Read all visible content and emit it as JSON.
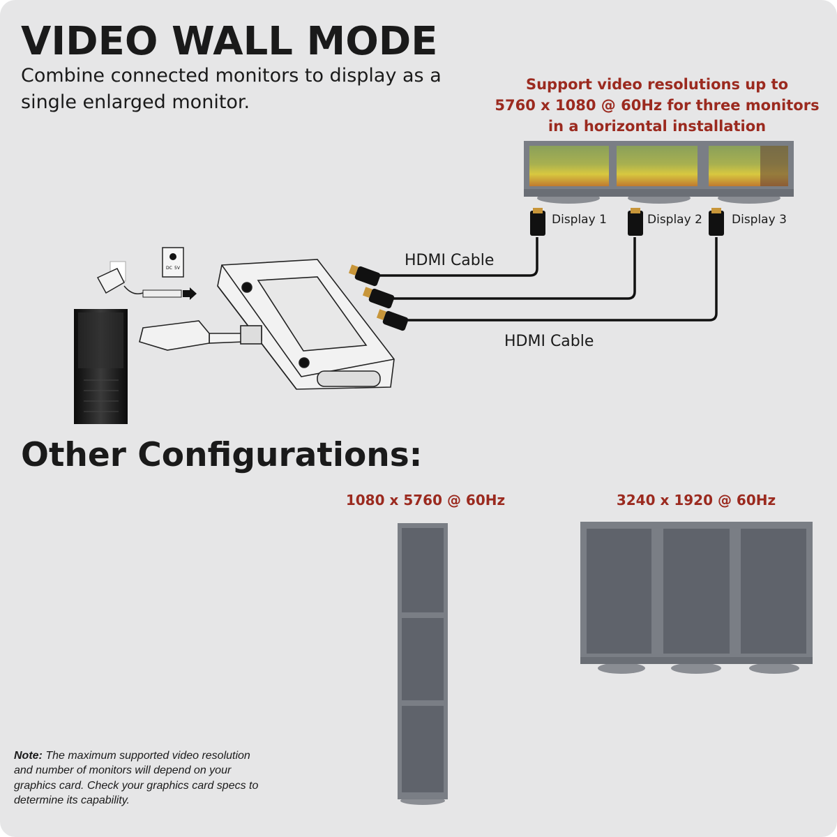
{
  "title": "VIDEO WALL MODE",
  "subtitle": [
    "Combine connected monitors to display as a",
    "single enlarged monitor."
  ],
  "support_text": [
    "Support video resolutions up to",
    "5760 x 1080 @ 60Hz for three monitors",
    "in a horizontal installation"
  ],
  "displays": [
    "Display 1",
    "Display 2",
    "Display 3"
  ],
  "cable_labels": [
    "HDMI Cable",
    "HDMI Cable"
  ],
  "power_label": [
    "DC",
    "5V"
  ],
  "other_title": "Other Configurations:",
  "configs": [
    {
      "label": "1080 x 5760 @ 60Hz",
      "orientation": "vertical"
    },
    {
      "label": "3240 x 1920 @ 60Hz",
      "orientation": "horizontal"
    }
  ],
  "note": {
    "bold": "Note:",
    "lines": [
      " The maximum supported video resolution",
      "and number of monitors will depend on your",
      "graphics card. Check your graphics card specs to",
      "determine its capability."
    ]
  },
  "colors": {
    "background": "#e6e6e7",
    "accent_red": "#9b2a1f",
    "monitor_frame": "#7a7e85",
    "monitor_screen": "#5f636b"
  }
}
